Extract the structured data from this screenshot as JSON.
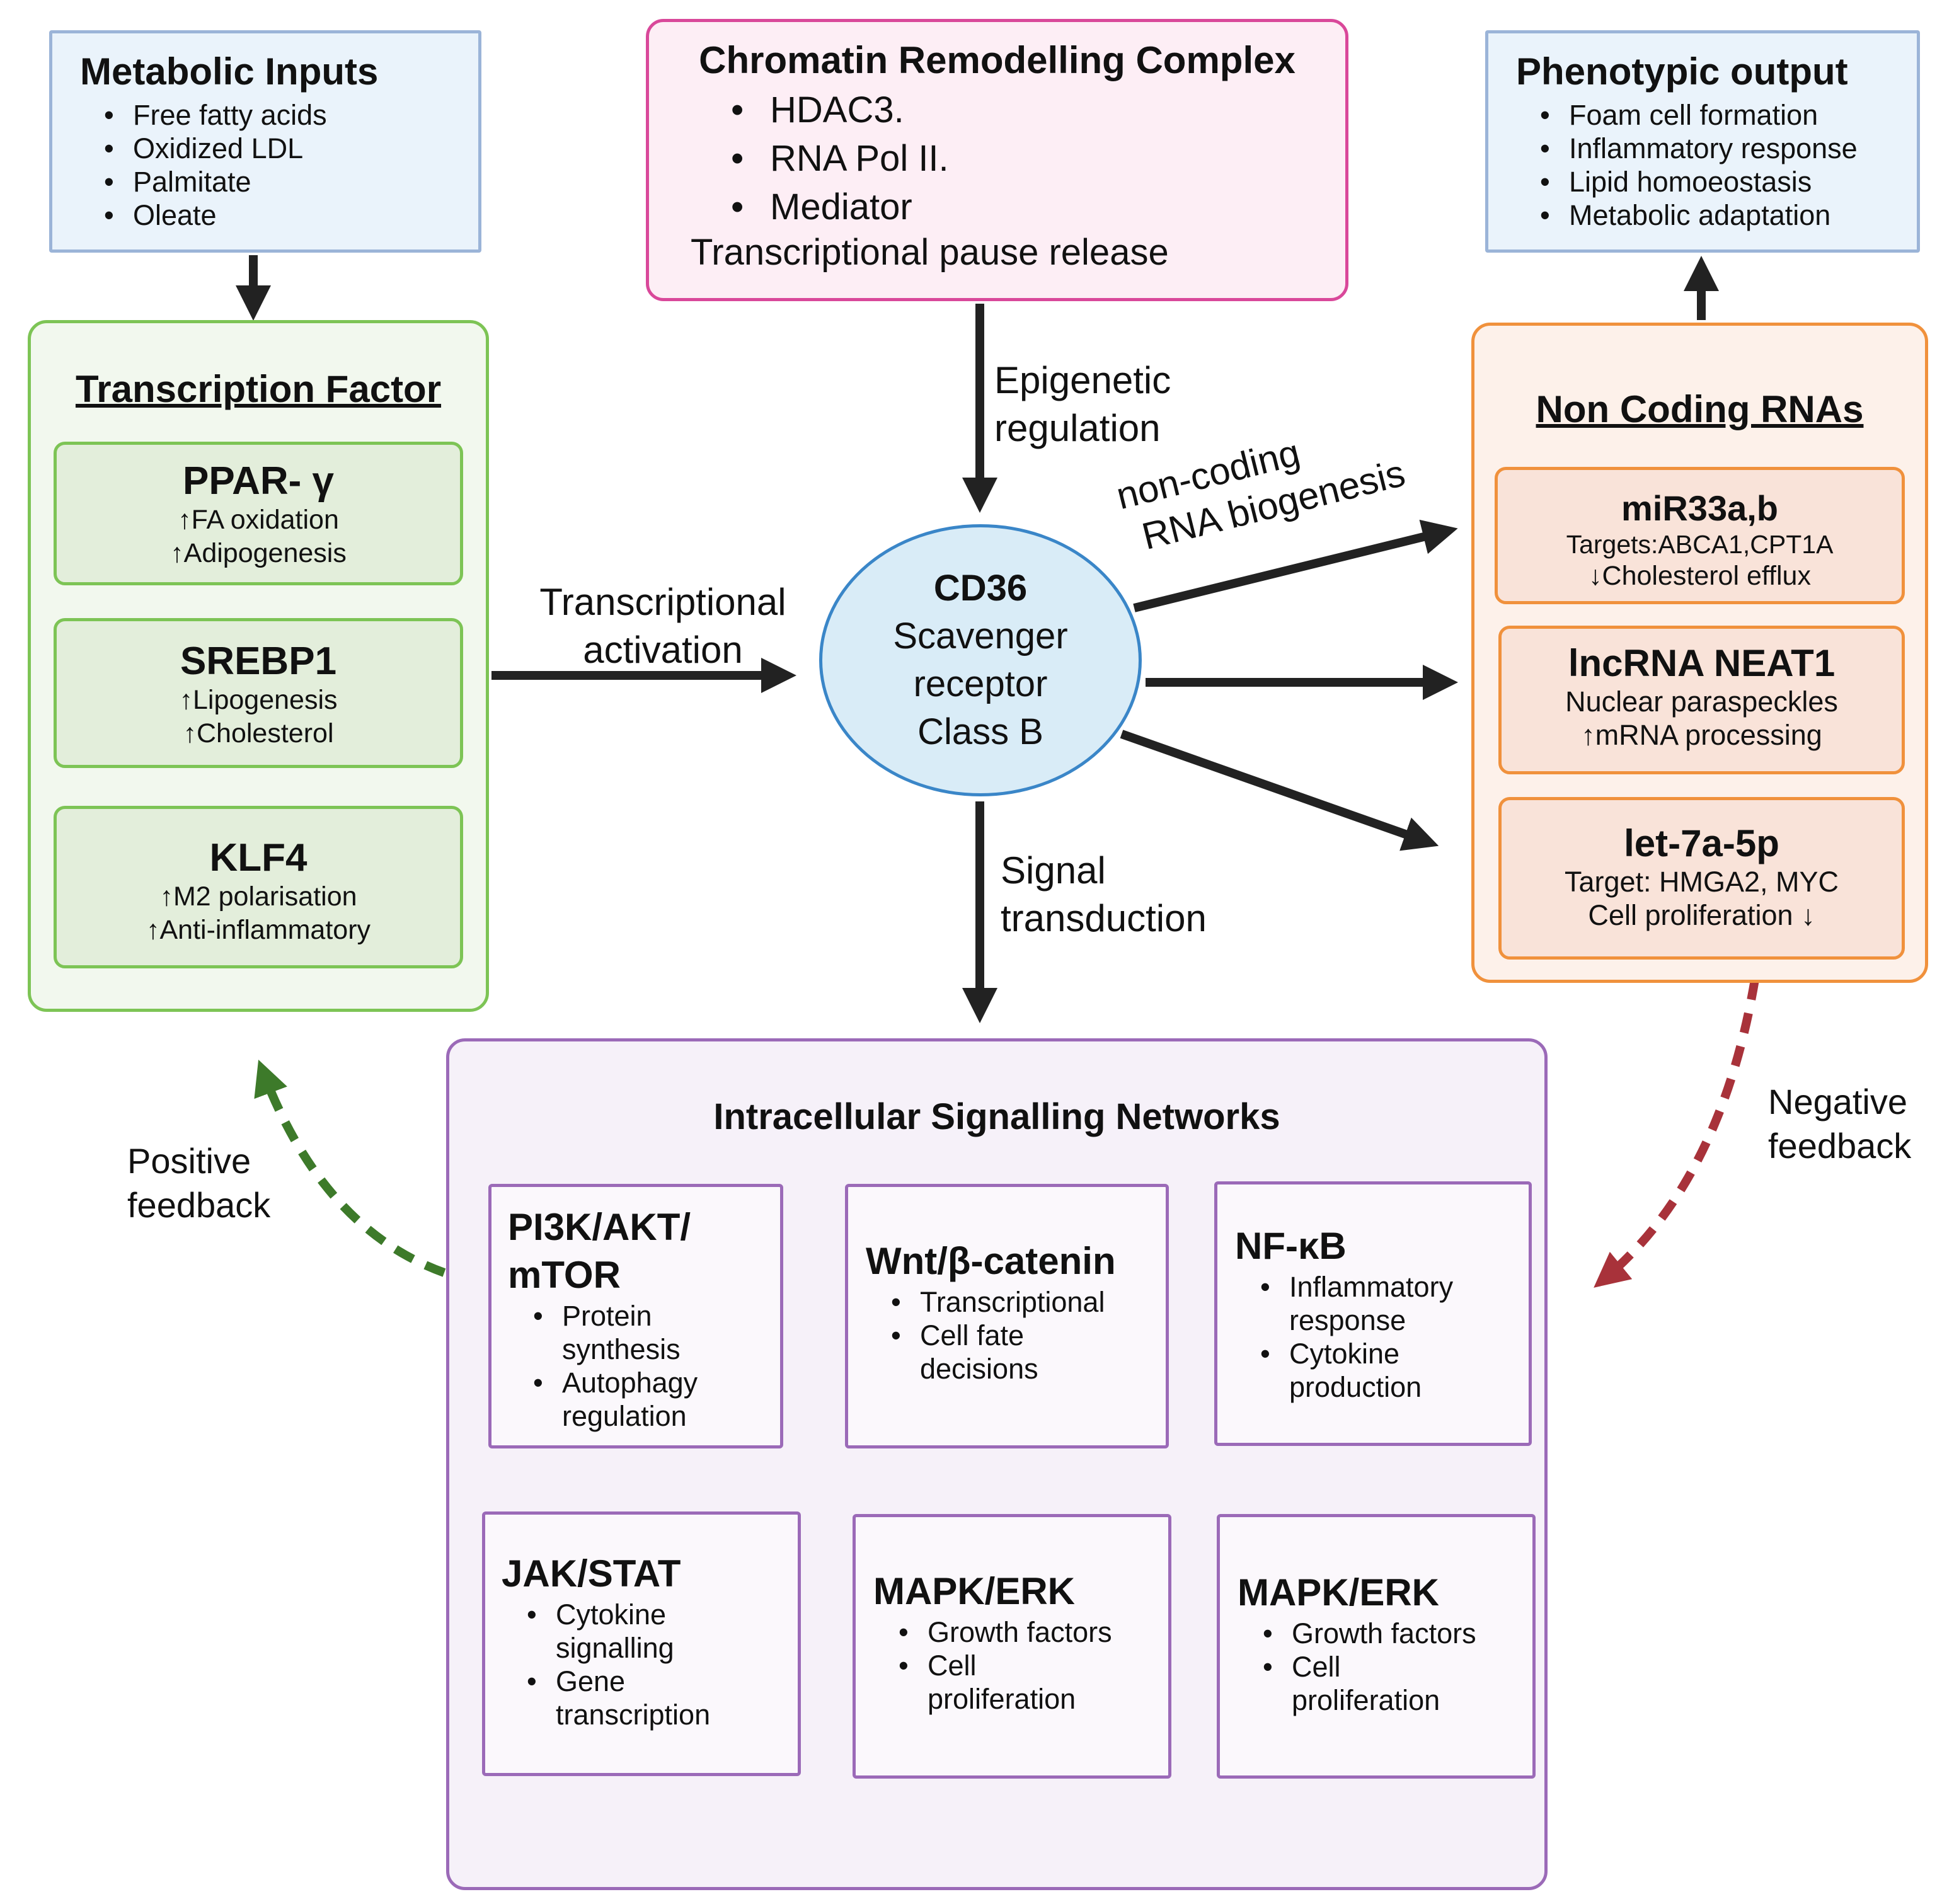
{
  "metabolic_inputs": {
    "title": "Metabolic Inputs",
    "items": [
      "Free fatty acids",
      "Oxidized LDL",
      "Palmitate",
      "Oleate"
    ]
  },
  "chromatin": {
    "title": "Chromatin Remodelling Complex",
    "items": [
      "HDAC3.",
      "RNA Pol II.",
      "Mediator"
    ],
    "footer": "Transcriptional pause release"
  },
  "phenotypic_output": {
    "title": "Phenotypic output",
    "items": [
      "Foam cell formation",
      "Inflammatory response",
      "Lipid homoeostasis",
      "Metabolic adaptation"
    ]
  },
  "transcription_factor": {
    "title": "Transcription Factor",
    "factors": [
      {
        "name": "PPAR- γ",
        "lines": [
          "↑FA oxidation",
          "↑Adipogenesis"
        ]
      },
      {
        "name": "SREBP1",
        "lines": [
          "↑Lipogenesis",
          "↑Cholesterol"
        ]
      },
      {
        "name": "KLF4",
        "lines": [
          "↑M2 polarisation",
          "↑Anti-inflammatory"
        ]
      }
    ]
  },
  "non_coding_rnas": {
    "title": "Non Coding RNAs",
    "rnas": [
      {
        "name": "miR33a,b",
        "lines": [
          "Targets:ABCA1,CPT1A",
          "↓Cholesterol efflux"
        ]
      },
      {
        "name": "lncRNA NEAT1",
        "lines": [
          "Nuclear paraspeckles",
          "↑mRNA processing"
        ]
      },
      {
        "name": "let-7a-5p",
        "lines": [
          "Target: HMGA2, MYC",
          "Cell proliferation ↓"
        ]
      }
    ]
  },
  "cd36": {
    "name": "CD36",
    "lines": [
      "Scavenger",
      "receptor",
      "Class B"
    ]
  },
  "labels": {
    "epigenetic": [
      "Epigenetic",
      "regulation"
    ],
    "transcriptional": [
      "Transcriptional",
      "activation"
    ],
    "ncrna": [
      "non-coding",
      "RNA biogenesis"
    ],
    "signal": [
      "Signal",
      "transduction"
    ],
    "positive": [
      "Positive",
      "feedback"
    ],
    "negative": [
      "Negative",
      "feedback"
    ]
  },
  "signalling": {
    "title": "Intracellular Signalling Networks",
    "pathways": [
      {
        "name": "PI3K/AKT/ mTOR",
        "items": [
          "Protein synthesis",
          "Autophagy regulation"
        ]
      },
      {
        "name": "Wnt/β-catenin",
        "items": [
          "Transcriptional",
          "Cell fate decisions"
        ]
      },
      {
        "name": "NF-κB",
        "items": [
          "Inflammatory response",
          "Cytokine production"
        ]
      },
      {
        "name": "JAK/STAT",
        "items": [
          "Cytokine signalling",
          "Gene transcription"
        ]
      },
      {
        "name": "MAPK/ERK",
        "items": [
          "Growth factors",
          "Cell proliferation"
        ]
      },
      {
        "name": "MAPK/ERK",
        "items": [
          "Growth factors",
          "Cell proliferation"
        ]
      }
    ]
  },
  "colors": {
    "arrow": "#222222",
    "positive_feedback": "#3d7a2a",
    "negative_feedback": "#a8323a"
  }
}
